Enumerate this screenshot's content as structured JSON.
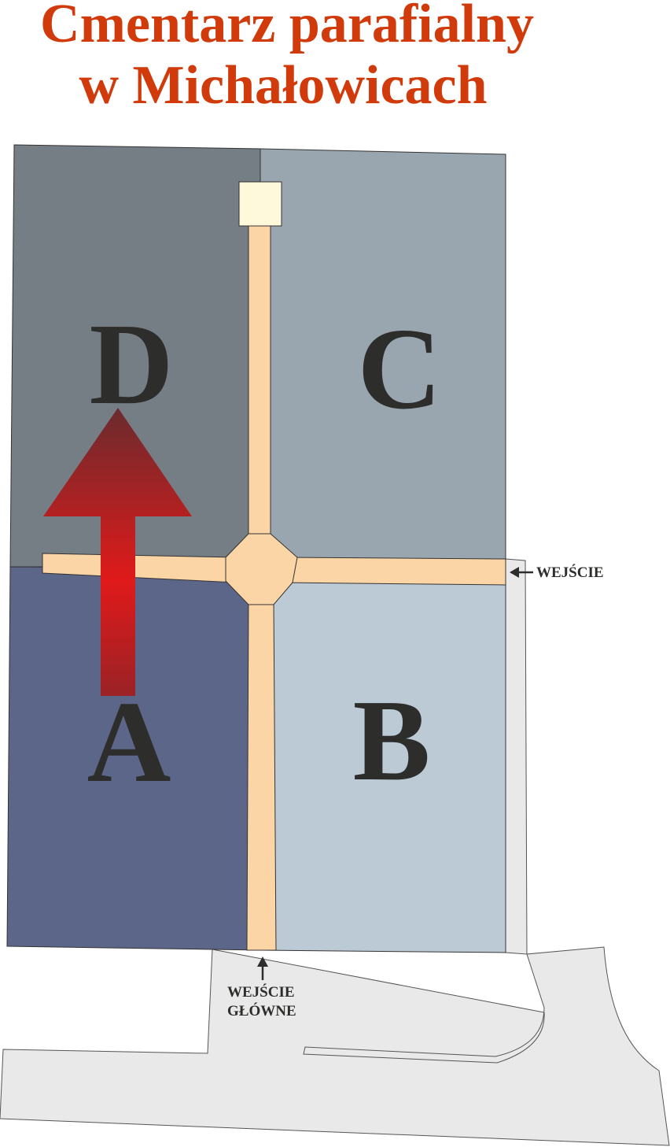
{
  "title": {
    "line1": "Cmentarz parafialny",
    "line2": "w Michałowicach"
  },
  "sections": {
    "a": "A",
    "b": "B",
    "c": "C",
    "d": "D"
  },
  "labels": {
    "side_entrance": "WEJŚCIE",
    "main_entrance_line1": "WEJŚCIE",
    "main_entrance_line2": "GŁÓWNE"
  },
  "colors": {
    "title": "#d13a0a",
    "section_a": "#5b6688",
    "section_b": "#bccad6",
    "section_c": "#9aa6af",
    "section_d": "#757d85",
    "path": "#fbd5a5",
    "surroundings": "#e9e9e9"
  }
}
